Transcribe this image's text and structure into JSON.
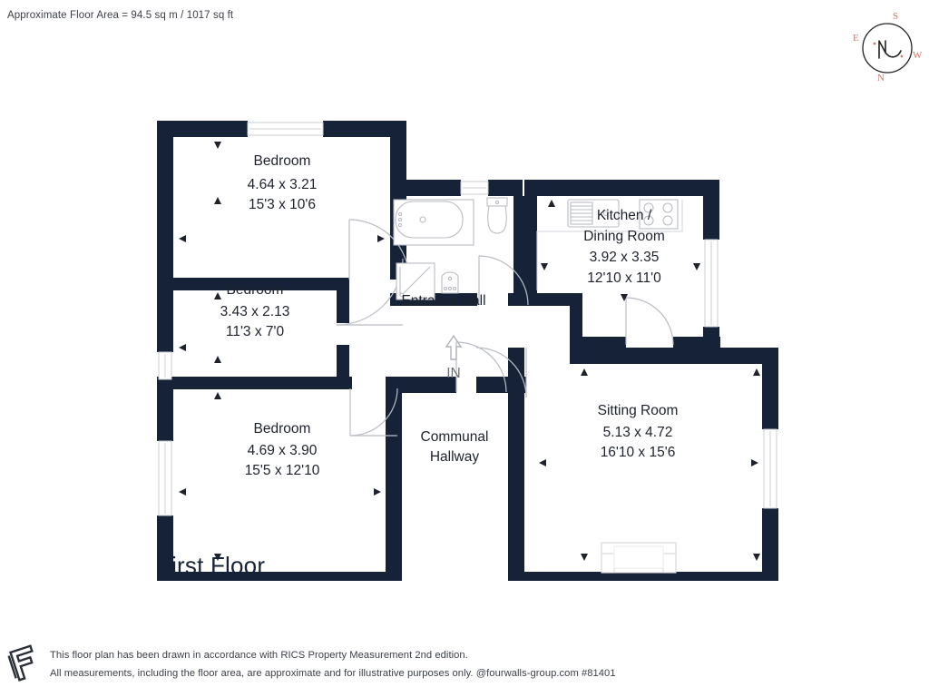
{
  "header": {
    "floor_area_note": "Approximate Floor Area = 94.5 sq m / 1017 sq ft"
  },
  "compass": {
    "name": "compass-rose",
    "north": "N",
    "south": "S",
    "east": "E",
    "west": "W",
    "color": "#d4766b"
  },
  "floor": {
    "title": "First Floor"
  },
  "rooms": [
    {
      "id": "bedroom-1",
      "name": "Bedroom",
      "metric": "4.64 x 3.21",
      "imperial": "15'3 x 10'6"
    },
    {
      "id": "bedroom-2",
      "name": "Bedroom",
      "metric": "3.43 x 2.13",
      "imperial": "11'3 x 7'0"
    },
    {
      "id": "bedroom-3",
      "name": "Bedroom",
      "metric": "4.69 x 3.90",
      "imperial": "15'5 x 12'10"
    },
    {
      "id": "kitchen-dining",
      "name_line1": "Kitchen /",
      "name_line2": "Dining Room",
      "metric": "3.92 x 3.35",
      "imperial": "12'10 x 11'0"
    },
    {
      "id": "sitting-room",
      "name": "Sitting Room",
      "metric": "5.13 x 4.72",
      "imperial": "16'10 x 15'6"
    }
  ],
  "areas": {
    "entrance_hall": "Entrance Hall",
    "communal_hallway_line1": "Communal",
    "communal_hallway_line2": "Hallway",
    "entry_marker": "IN"
  },
  "footer": {
    "line1": "This floor plan has been drawn in accordance with RICS Property Measurement 2nd edition.",
    "line2": "All measurements, including the floor area, are approximate and for illustrative purposes only. @fourwalls-group.com #81401"
  },
  "colors": {
    "wall": "#152238",
    "text": "#1d222c",
    "fixture_stroke": "#b9bcc4",
    "door_arc": "#b9bcc4",
    "compass_accent": "#d4766b"
  }
}
